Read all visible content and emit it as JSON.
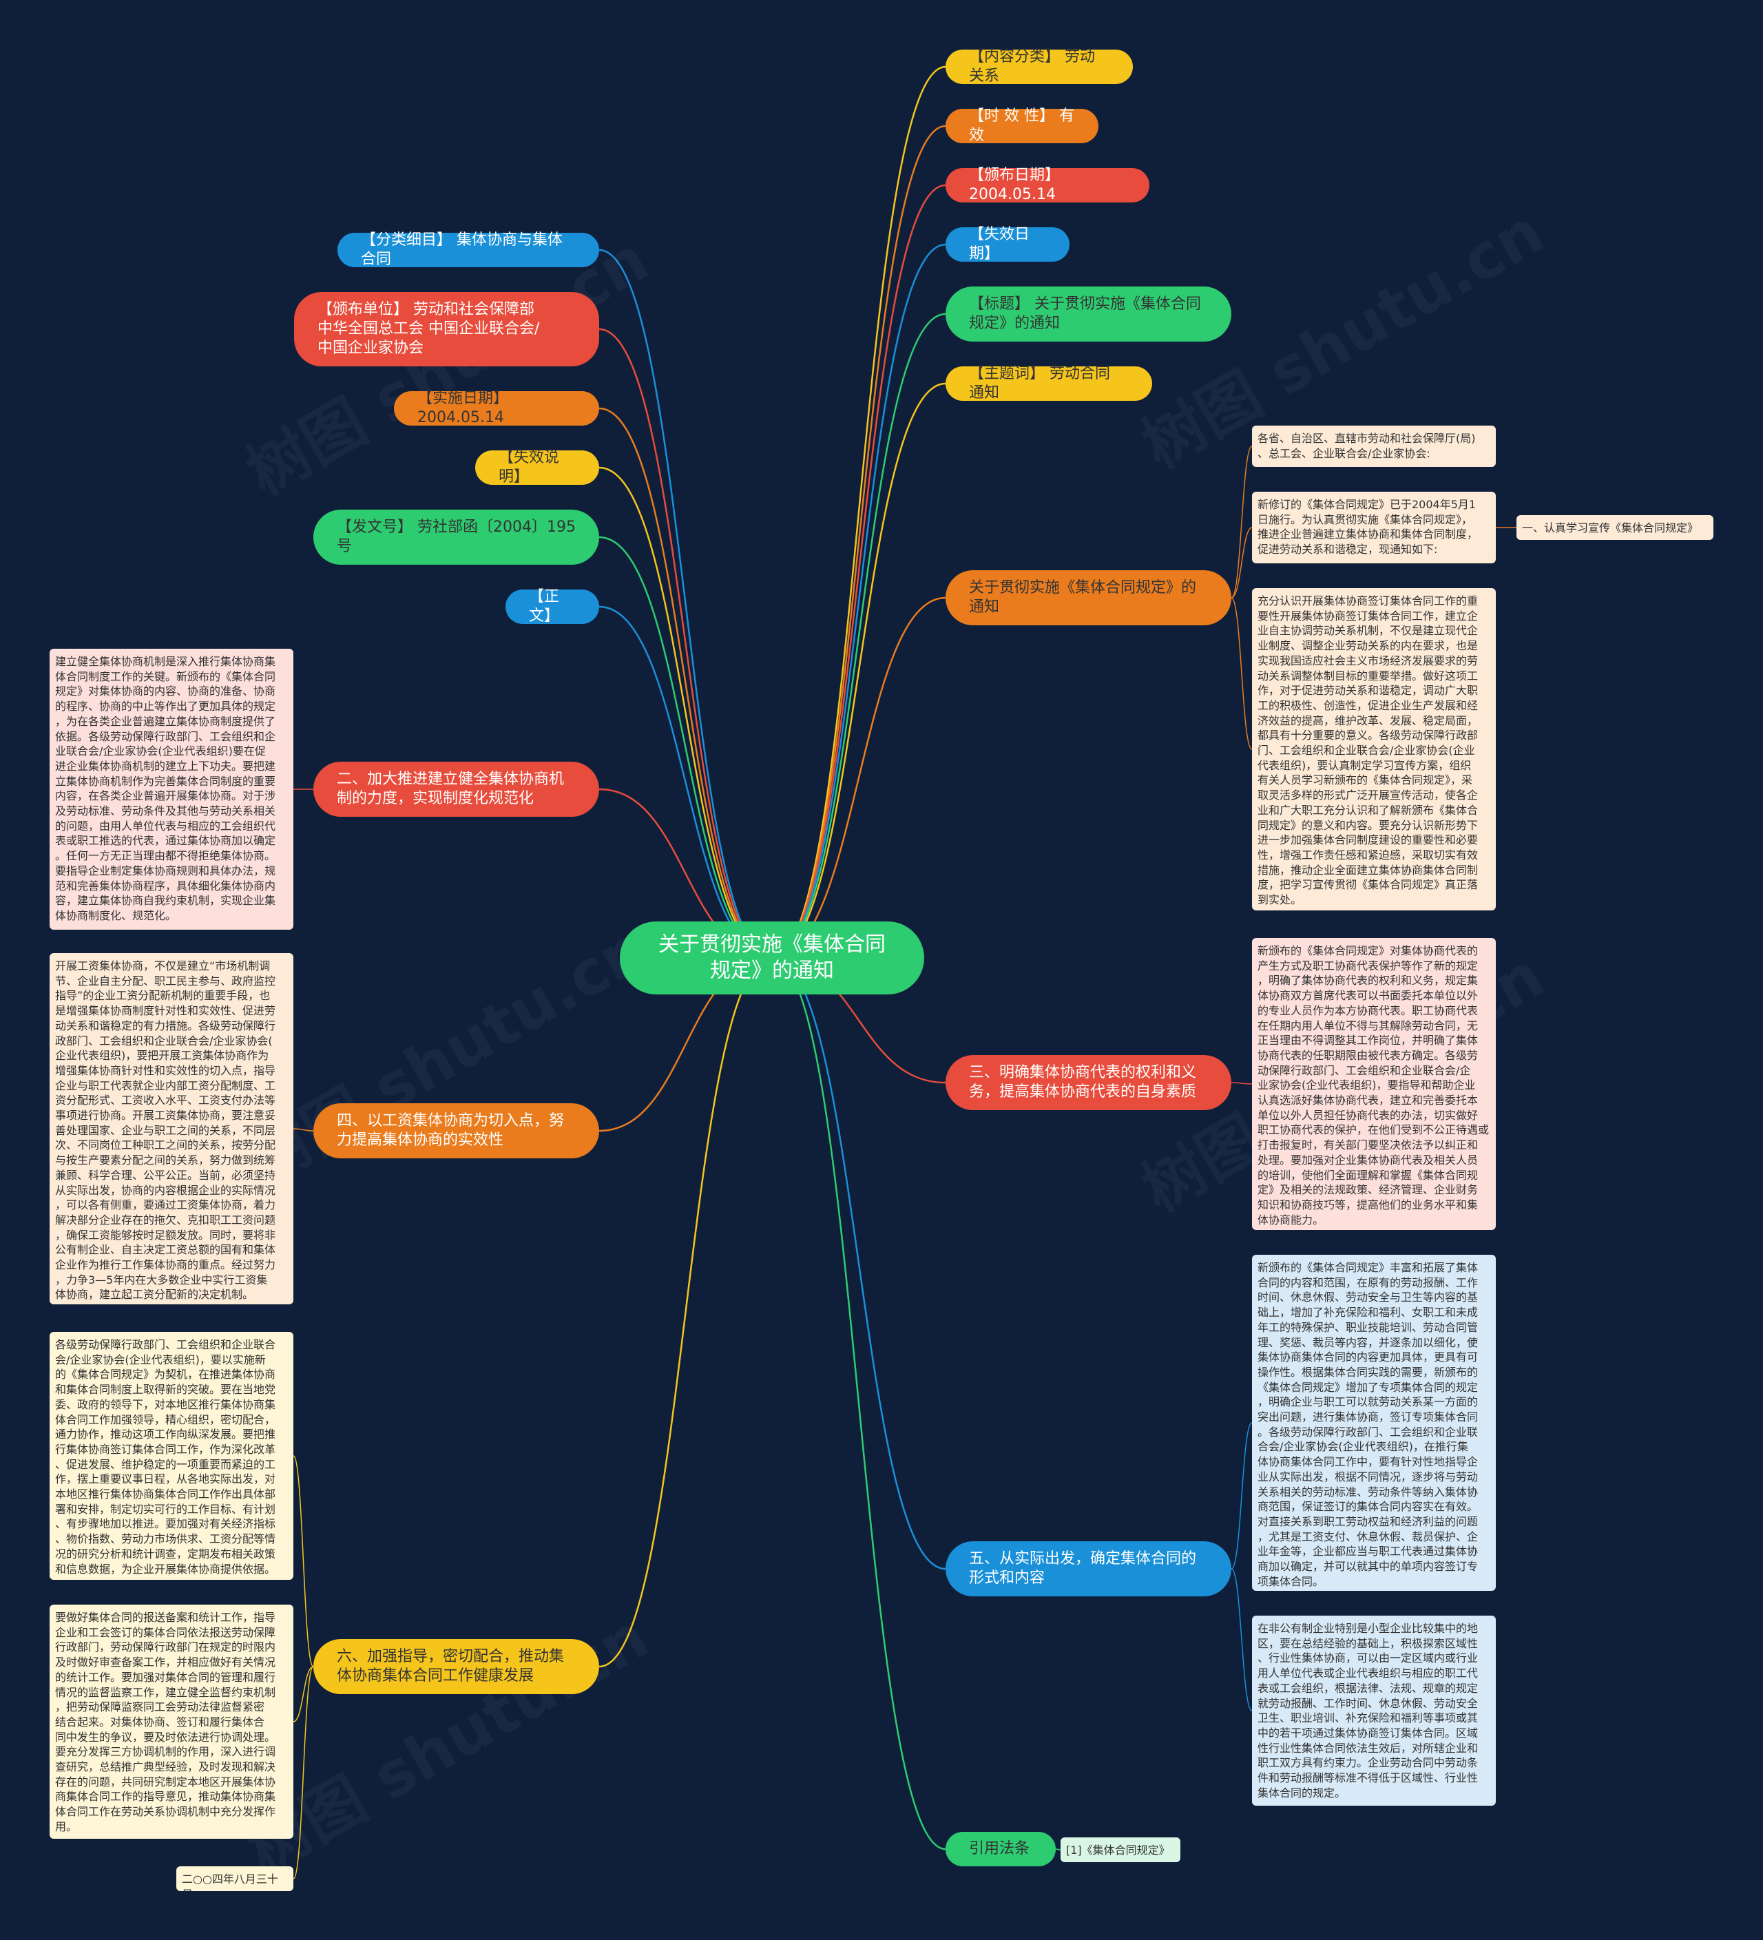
{
  "colors": {
    "background": "#0f1f3a",
    "yellow": "#f5c51c",
    "orange": "#ea7c1e",
    "red": "#e74c3c",
    "blue": "#1a90d8",
    "green": "#2ecc71"
  },
  "watermark": "树图 shutu.cn",
  "center": {
    "label": "关于贯彻实施《集体合同\n规定》的通知"
  },
  "right_meta": [
    {
      "label": "【内容分类】 劳动关系"
    },
    {
      "label": "【时 效 性】 有效"
    },
    {
      "label": "【颁布日期】 2004.05.14"
    },
    {
      "label": "【失效日期】"
    },
    {
      "label": "【标题】 关于贯彻实施《集体合同\n规定》的通知"
    },
    {
      "label": "【主题词】 劳动合同 通知"
    }
  ],
  "left_meta": [
    {
      "label": "【分类细目】 集体协商与集体合同"
    },
    {
      "label": "【颁布单位】 劳动和社会保障部\n中华全国总工会 中国企业联合会/\n中国企业家协会"
    },
    {
      "label": "【实施日期】 2004.05.14"
    },
    {
      "label": "【失效说明】"
    },
    {
      "label": "【发文号】 劳社部函〔2004〕195\n号"
    },
    {
      "label": "【正文】"
    }
  ],
  "sections": {
    "notice": {
      "label": "关于贯彻实施《集体合同规定》的\n通知",
      "leaves": [
        "各省、自治区、直辖市劳动和社会保障厅(局)\n、总工会、企业联合会/企业家协会:",
        "新修订的《集体合同规定》已于2004年5月1\n日施行。为认真贯彻实施《集体合同规定》，\n推进企业普遍建立集体协商和集体合同制度，\n促进劳动关系和谐稳定，现通知如下:",
        "充分认识开展集体协商签订集体合同工作的重\n要性开展集体协商签订集体合同工作，建立企\n业自主协调劳动关系机制，不仅是建立现代企\n业制度、调整企业劳动关系的内在要求，也是\n实现我国适应社会主义市场经济发展要求的劳\n动关系调整体制目标的重要举措。做好这项工\n作，对于促进劳动关系和谐稳定，调动广大职\n工的积极性、创造性，促进企业生产发展和经\n济效益的提高，维护改革、发展、稳定局面，\n都具有十分重要的意义。各级劳动保障行政部\n门、工会组织和企业联合会/企业家协会(企业\n代表组织)，要认真制定学习宣传方案，组织\n有关人员学习新颁布的《集体合同规定》，采\n取灵活多样的形式广泛开展宣传活动，使各企\n业和广大职工充分认识和了解新颁布《集体合\n同规定》的意义和内容。要充分认识新形势下\n进一步加强集体合同制度建设的重要性和必要\n性，增强工作责任感和紧迫感，采取切实有效\n措施，推动企业全面建立集体协商集体合同制\n度，把学习宣传贯彻《集体合同规定》真正落\n到实处。"
      ],
      "sub_leaf": "一、认真学习宣传《集体合同规定》"
    },
    "s2": {
      "label": "二、加大推进建立健全集体协商机\n制的力度，实现制度化规范化",
      "leaf": "建立健全集体协商机制是深入推行集体协商集\n体合同制度工作的关键。新颁布的《集体合同\n规定》对集体协商的内容、协商的准备、协商\n的程序、协商的中止等作出了更加具体的规定\n，为在各类企业普遍建立集体协商制度提供了\n依据。各级劳动保障行政部门、工会组织和企\n业联合会/企业家协会(企业代表组织)要在促\n进企业集体协商机制的建立上下功夫。要把建\n立集体协商机制作为完善集体合同制度的重要\n内容，在各类企业普遍开展集体协商。对于涉\n及劳动标准、劳动条件及其他与劳动关系相关\n的问题，由用人单位代表与相应的工会组织代\n表或职工推选的代表，通过集体协商加以确定\n。任何一方无正当理由都不得拒绝集体协商。\n要指导企业制定集体协商规则和具体办法，规\n范和完善集体协商程序，具体细化集体协商内\n容，建立集体协商自我约束机制，实现企业集\n体协商制度化、规范化。"
    },
    "s3": {
      "label": "三、明确集体协商代表的权利和义\n务，提高集体协商代表的自身素质",
      "leaf": "新颁布的《集体合同规定》对集体协商代表的\n产生方式及职工协商代表保护等作了新的规定\n，明确了集体协商代表的权利和义务，规定集\n体协商双方首席代表可以书面委托本单位以外\n的专业人员作为本方协商代表。职工协商代表\n在任期内用人单位不得与其解除劳动合同，无\n正当理由不得调整其工作岗位，并明确了集体\n协商代表的任职期限由被代表方确定。各级劳\n动保障行政部门、工会组织和企业联合会/企\n业家协会(企业代表组织)，要指导和帮助企业\n认真选派好集体协商代表，建立和完善委托本\n单位以外人员担任协商代表的办法，切实做好\n职工协商代表的保护，在他们受到不公正待遇或\n打击报复时，有关部门要坚决依法予以纠正和\n处理。要加强对企业集体协商代表及相关人员\n的培训，使他们全面理解和掌握《集体合同规\n定》及相关的法规政策、经济管理、企业财务\n知识和协商技巧等，提高他们的业务水平和集\n体协商能力。"
    },
    "s4": {
      "label": "四、以工资集体协商为切入点，努\n力提高集体协商的实效性",
      "leaf": "开展工资集体协商，不仅是建立“市场机制调\n节、企业自主分配、职工民主参与、政府监控\n指导”的企业工资分配新机制的重要手段，也\n是增强集体协商制度针对性和实效性、促进劳\n动关系和谐稳定的有力措施。各级劳动保障行\n政部门、工会组织和企业联合会/企业家协会(\n企业代表组织)，要把开展工资集体协商作为\n增强集体协商针对性和实效性的切入点，指导\n企业与职工代表就企业内部工资分配制度、工\n资分配形式、工资收入水平、工资支付办法等\n事项进行协商。开展工资集体协商，要注意妥\n善处理国家、企业与职工之间的关系，不同层\n次、不同岗位工种职工之间的关系，按劳分配\n与按生产要素分配之间的关系，努力做到统筹\n兼顾、科学合理、公平公正。当前，必须坚持\n从实际出发，协商的内容根据企业的实际情况\n，可以各有侧重，要通过工资集体协商，着力\n解决部分企业存在的拖欠、克扣职工工资问题\n，确保工资能够按时足额发放。同时，要将非\n公有制企业、自主决定工资总额的国有和集体\n企业作为推行工作集体协商的重点。经过努力\n，力争3—5年内在大多数企业中实行工资集\n体协商，建立起工资分配新的决定机制。"
    },
    "s5": {
      "label": "五、从实际出发，确定集体合同的\n形式和内容",
      "leaves": [
        "新颁布的《集体合同规定》丰富和拓展了集体\n合同的内容和范围，在原有的劳动报酬、工作\n时间、休息休假、劳动安全与卫生等内容的基\n础上，增加了补充保险和福利、女职工和未成\n年工的特殊保护、职业技能培训、劳动合同管\n理、奖惩、裁员等内容，并逐条加以细化，使\n集体协商集体合同的内容更加具体，更具有可\n操作性。根据集体合同实践的需要，新颁布的\n《集体合同规定》增加了专项集体合同的规定\n，明确企业与职工可以就劳动关系某一方面的\n突出问题，进行集体协商，签订专项集体合同\n。各级劳动保障行政部门、工会组织和企业联\n合会/企业家协会(企业代表组织)，在推行集\n体协商集体合同工作中，要有针对性地指导企\n业从实际出发，根据不同情况，逐步将与劳动\n关系相关的劳动标准、劳动条件等纳入集体协\n商范围，保证签订的集体合同内容实在有效。\n对直接关系到职工劳动权益和经济利益的问题\n，尤其是工资支付、休息休假、裁员保护、企\n业年金等，企业都应当与职工代表通过集体协\n商加以确定，并可以就其中的单项内容签订专\n项集体合同。",
        "在非公有制企业特别是小型企业比较集中的地\n区，要在总结经验的基础上，积极探索区域性\n、行业性集体协商，可以由一定区域内或行业\n用人单位代表或企业代表组织与相应的职工代\n表或工会组织，根据法律、法规、规章的规定\n就劳动报酬、工作时间、休息休假、劳动安全\n卫生、职业培训、补充保险和福利等事项或其\n中的若干项通过集体协商签订集体合同。区域\n性行业性集体合同依法生效后，对所辖企业和\n职工双方具有约束力。企业劳动合同中劳动条\n件和劳动报酬等标准不得低于区域性、行业性\n集体合同的规定。"
      ]
    },
    "s6": {
      "label": "六、加强指导，密切配合，推动集\n体协商集体合同工作健康发展",
      "leaves": [
        "各级劳动保障行政部门、工会组织和企业联合\n会/企业家协会(企业代表组织)，要以实施新\n的《集体合同规定》为契机，在推进集体协商\n和集体合同制度上取得新的突破。要在当地党\n委、政府的领导下，对本地区推行集体协商集\n体合同工作加强领导，精心组织，密切配合，\n通力协作，推动这项工作向纵深发展。要把推\n行集体协商签订集体合同工作，作为深化改革\n、促进发展、维护稳定的一项重要而紧迫的工\n作，摆上重要议事日程，从各地实际出发，对\n本地区推行集体协商集体合同工作作出具体部\n署和安排，制定切实可行的工作目标、有计划\n、有步骤地加以推进。要加强对有关经济指标\n、物价指数、劳动力市场供求、工资分配等情\n况的研究分析和统计调查，定期发布相关政策\n和信息数据，为企业开展集体协商提供依据。",
        "要做好集体合同的报送备案和统计工作，指导\n企业和工会签订的集体合同依法报送劳动保障\n行政部门，劳动保障行政部门在规定的时限内\n及时做好审查备案工作，并相应做好有关情况\n的统计工作。要加强对集体合同的管理和履行\n情况的监督监察工作，建立健全监督约束机制\n，把劳动保障监察同工会劳动法律监督紧密\n结合起来。对集体协商、签订和履行集体合\n同中发生的争议，要及时依法进行协调处理。\n要充分发挥三方协调机制的作用，深入进行调\n查研究，总结推广典型经验，及时发现和解决\n存在的问题，共同研究制定本地区开展集体协\n商集体合同工作的指导意见，推动集体协商集\n体合同工作在劳动关系协调机制中充分发挥作\n用。",
        "二○○四年八月三十日"
      ]
    },
    "citation": {
      "label": "引用法条",
      "leaf": "[1]《集体合同规定》"
    }
  }
}
